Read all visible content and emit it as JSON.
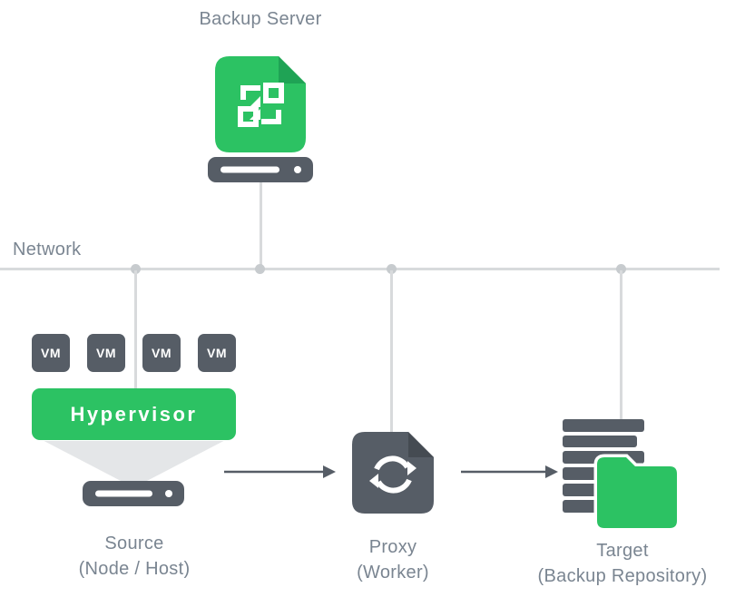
{
  "diagram": {
    "backup_server_label": "Backup Server",
    "network_label": "Network",
    "vm_label": "VM",
    "vm_count": 4,
    "hypervisor_label": "Hypervisor",
    "source": {
      "title": "Source",
      "subtitle": "(Node / Host)"
    },
    "proxy": {
      "title": "Proxy",
      "subtitle": "(Worker)"
    },
    "target": {
      "title": "Target",
      "subtitle": "(Backup Repository)"
    }
  },
  "icons": {
    "backup_server": "document-with-qr-arrows-icon",
    "server_drive": "disk-drive-icon",
    "source_drive": "disk-drive-icon",
    "proxy": "sync-arrows-page-icon",
    "target_stack": "repository-stack-icon",
    "target_folder": "folder-icon"
  },
  "colors": {
    "green": "#2CC263",
    "green_dark": "#1FA355",
    "dark_gray": "#565D66",
    "dark_gray_deep": "#454B52",
    "label_gray": "#7A8591",
    "line_gray": "#D8DADC",
    "dot_gray": "#C7CBCE",
    "funnel_gray": "#E4E6E8",
    "background": "#FFFFFF"
  }
}
